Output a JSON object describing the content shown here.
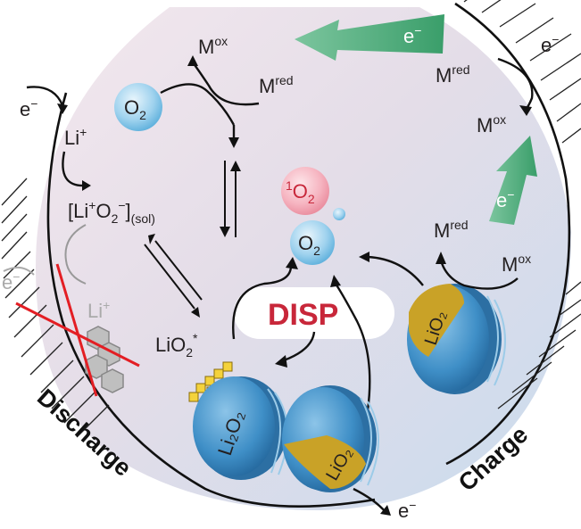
{
  "labels": {
    "discharge": "Discharge",
    "charge": "Charge",
    "disp": "DISP",
    "e_minus": "e",
    "minus": "−",
    "M": "M",
    "ox": "ox",
    "red": "red",
    "O": "O",
    "two": "2",
    "one": "1",
    "Li": "Li",
    "plus": "+",
    "LiO2_bracket_open": "[Li",
    "LiO2_bracket_O2": "O",
    "LiO2_bracket_close": "]",
    "sol": "(sol)",
    "LiO": "LiO",
    "star": "*",
    "Li2O2_text": "Li₂O₂",
    "LiO2_text": "LiO₂"
  },
  "colors": {
    "green_arrow": "#4fae7e",
    "o2_blue": "#7cc0e4",
    "singlet_pink": "#f2a0ae",
    "disp_red": "#c8273a",
    "particle_blue": "#3f8fc7",
    "particle_gold": "#c9a227",
    "seed_yellow": "#f4d23c",
    "red_cross": "#e31e24"
  }
}
